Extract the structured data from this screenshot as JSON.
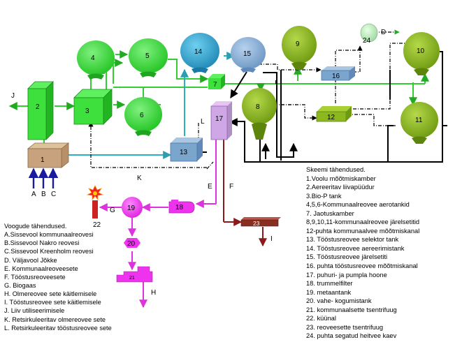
{
  "units": {
    "u1": "1",
    "u2": "2",
    "u3": "3",
    "u4": "4",
    "u5": "5",
    "u6": "6",
    "u7": "7",
    "u8": "8",
    "u9": "9",
    "u10": "10",
    "u11": "11",
    "u12": "12",
    "u13": "13",
    "u14": "14",
    "u15": "15",
    "u16": "16",
    "u17": "17",
    "u18": "18",
    "u19": "19",
    "u20": "20",
    "u21": "21",
    "u22": "22",
    "u23": "23",
    "u24": "24"
  },
  "flows": {
    "A": "A",
    "B": "B",
    "C": "C",
    "D": "D",
    "E": "E",
    "F": "F",
    "G": "G",
    "H": "H",
    "I": "I",
    "J": "J",
    "K": "K",
    "L": "L"
  },
  "legend_flows": {
    "title": "Voogude tähendused.",
    "items": [
      "A.Sissevool kommunaalreovesi",
      "B.Sissevool Nakro reovesi",
      "C.Sissevool Kreenholm reovesi",
      "D. Väljavool Jõkke",
      "E. Kommunaalreoveesete",
      "F. Tööstusreoveesete",
      "G. Biogaas",
      "H. Olmereovee sete käitlemisele",
      "I. Tööstusreovee sete käitlemisele",
      "J. Liiv utiliseerimisele",
      "K. Retsirkuleeritav olmereovee sete",
      "L. Retsirkuleeritav tööstusreovee sete"
    ]
  },
  "legend_scheme": {
    "title": "Skeemi tähendused.",
    "items": [
      "1.Voolu mõõtmiskamber",
      "2.Aereeritav liivapüüdur",
      "3.Bio-P tank",
      "4,5,6-Kommunaalreovee aerotankid",
      "7. Jaotuskamber",
      "8,9,10,11-kommunaalreovee järelsetitid",
      "12-puhta kommunaalvee mõõtmiskanal",
      "13. Tööstusreovee selektor tank",
      "14. Tööstusreovee aereerimistank",
      "15. Tööstusreovee järelsetiti",
      "16. puhta tööstusreovee mõõtmiskanal",
      "17. puhuri- ja pumpla hoone",
      "18. trummelfilter",
      "19. metaantank",
      "20. vahe- kogumistank",
      "21. kommunaalsette tsentrifuug",
      "22. küünal",
      "23. reoveesette tsentrifuug",
      "24. puhta segatud heitvee kaev"
    ]
  },
  "colors": {
    "green_unit": "#3ee03e",
    "olive_unit": "#8cb81e",
    "blue_unit": "#3ea8cf",
    "steel_unit": "#7aa5cc",
    "magenta_unit": "#ee33ee",
    "brown_unit": "#c8a27c",
    "sludge_line": "#8b1a1a",
    "biogas_flare": "#cc2222",
    "cyan_line": "#3ab0c0",
    "green_line": "#33cc33",
    "inflow_arrow": "#1a1aa0"
  }
}
